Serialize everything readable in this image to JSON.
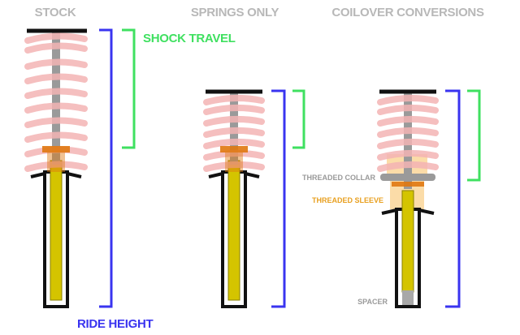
{
  "headers": {
    "stock": "STOCK",
    "springs_only": "SPRINGS ONLY",
    "coilover_conversions": "COILOVER CONVERSIONS"
  },
  "labels": {
    "shock_travel": "SHOCK TRAVEL",
    "ride_height": "RIDE HEIGHT",
    "threaded_collar": "THREADED COLLAR",
    "threaded_sleeve": "THREADED SLEEVE",
    "spacer": "SPACER"
  },
  "colors": {
    "header_gray": "#b8b8b8",
    "shock_travel_green": "#3fe060",
    "ride_height_blue": "#3a34f0",
    "spring_pink": "#f4b4b4",
    "shock_body_yellow": "#d4c400",
    "collar_orange": "#e07810",
    "sleeve_orange": "#f7c060",
    "rod_gray": "#9a9a9a",
    "outline_black": "#111111"
  }
}
